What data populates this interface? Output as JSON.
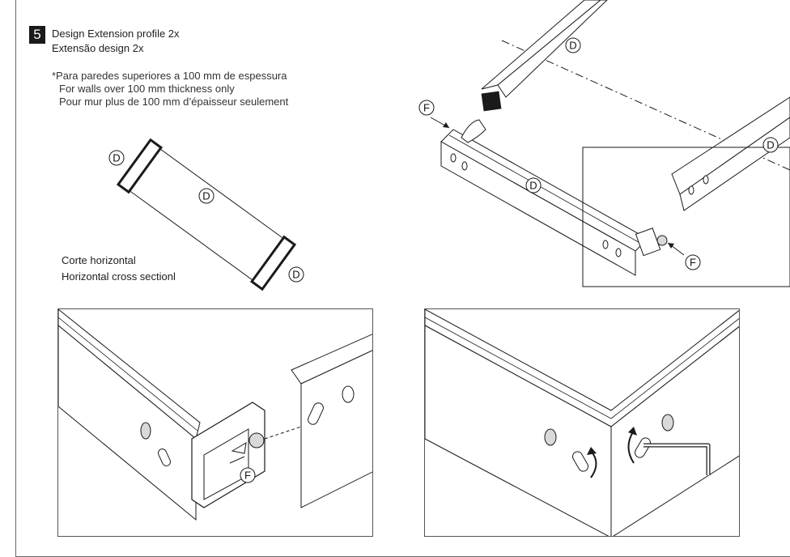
{
  "step": {
    "number": "5",
    "title_line1": "Design Extension profile  2x",
    "title_line2": "Extensão design 2x"
  },
  "note": {
    "line1": "*Para paredes superiores a 100 mm de espessura",
    "line2": "For walls over 100 mm thickness only",
    "line3": "Pour mur plus de 100 mm d’épaisseur seulement"
  },
  "cross_section": {
    "caption_line1": "Corte horizontal",
    "caption_line2": "Horizontal cross sectionl"
  },
  "part_labels": {
    "D": "D",
    "F": "F"
  },
  "colors": {
    "line": "#1a1a1a",
    "frame": "#6a6a6a",
    "shade": "#d9d9d9",
    "dark": "#222222"
  }
}
